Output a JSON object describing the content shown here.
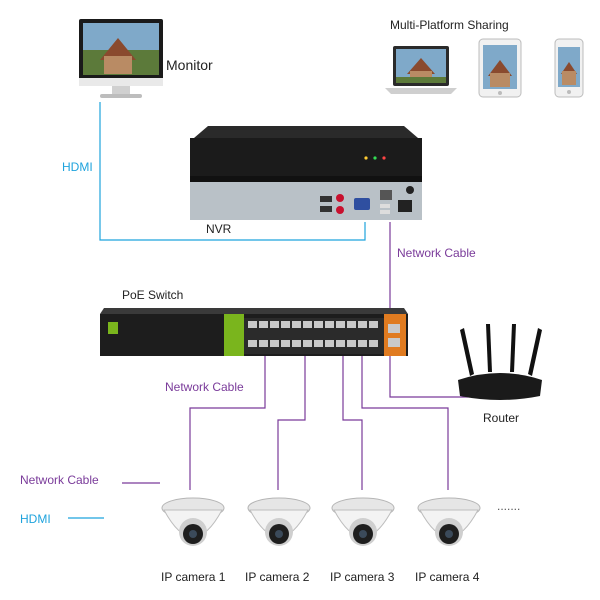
{
  "diagram": {
    "labels": {
      "monitor": "Monitor",
      "multi_platform": "Multi-Platform Sharing",
      "hdmi_top": "HDMI",
      "nvr": "NVR",
      "network_cable_nvr": "Network Cable",
      "poe_switch": "PoE Switch",
      "network_cable_switch": "Network Cable",
      "router": "Router",
      "legend_network": "Network Cable",
      "legend_hdmi": "HDMI",
      "ellipsis": "......."
    },
    "cameras": [
      {
        "label": "IP camera 1"
      },
      {
        "label": "IP camera 2"
      },
      {
        "label": "IP camera 3"
      },
      {
        "label": "IP camera 4"
      }
    ],
    "colors": {
      "hdmi": "#1fa3dd",
      "network": "#7a3b9a",
      "device_dark": "#1f1f1f",
      "switch_accent": "#7ab51d"
    }
  }
}
